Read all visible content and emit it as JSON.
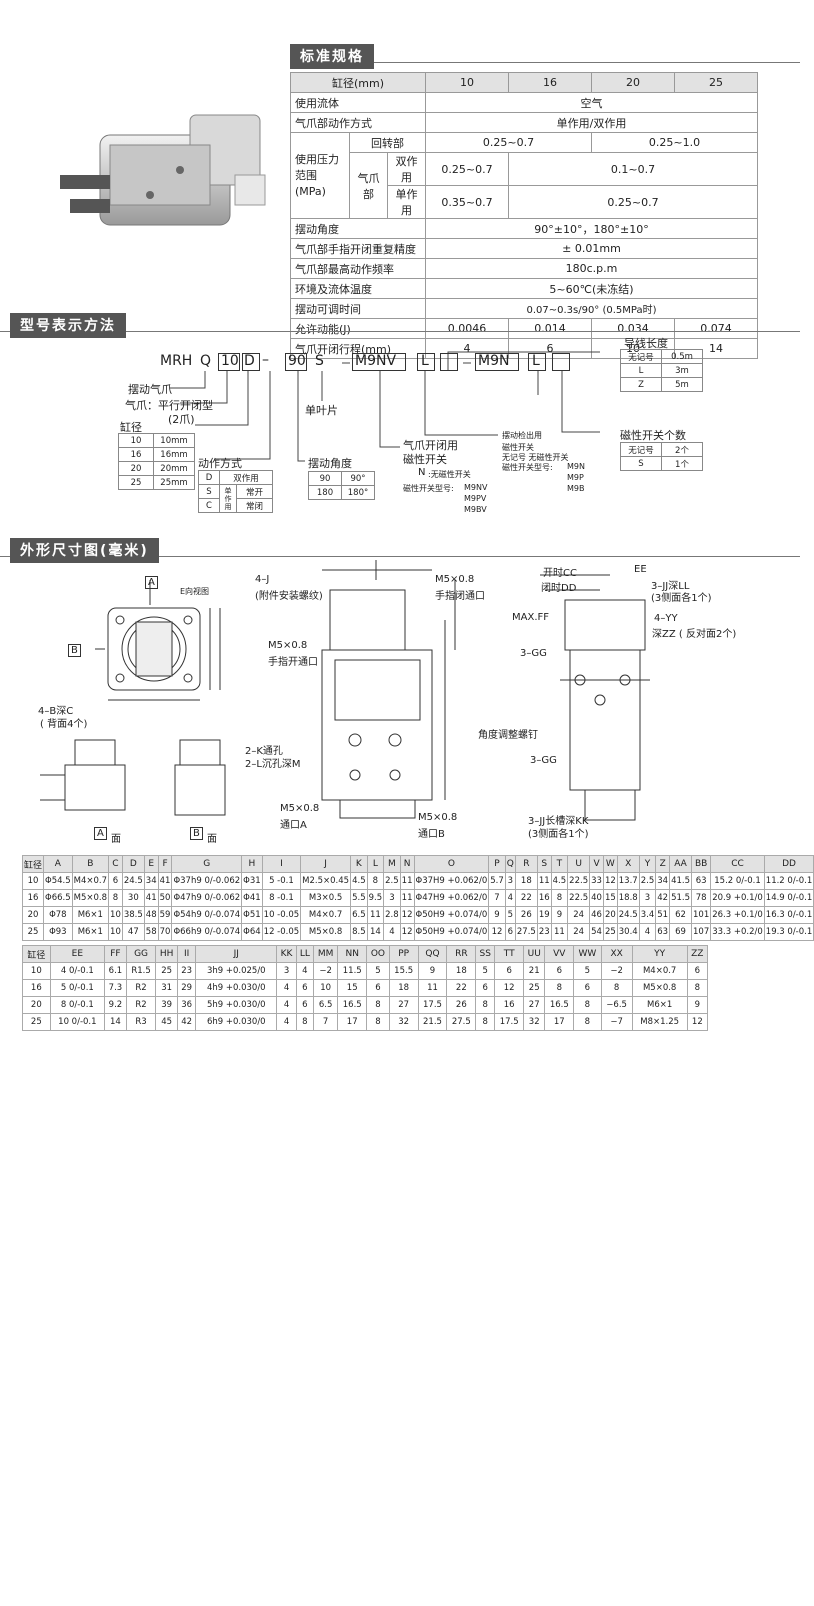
{
  "sections": {
    "spec": "标准规格",
    "model": "型号表示方法",
    "dims": "外形尺寸图(毫米)"
  },
  "spec": {
    "bore_label": "缸径(mm)",
    "bores": [
      "10",
      "16",
      "20",
      "25"
    ],
    "fluid_label": "使用流体",
    "fluid": "空气",
    "action_label": "气爪部动作方式",
    "action": "单作用/双作用",
    "pressure_label": "使用压力范围(MPa)",
    "rotary_label": "回转部",
    "rotary_a": "0.25~0.7",
    "rotary_b": "0.25~1.0",
    "gripper_label": "气爪部",
    "double_label": "双作用",
    "double_a": "0.25~0.7",
    "double_b": "0.1~0.7",
    "single_label": "单作用",
    "single_a": "0.35~0.7",
    "single_b": "0.25~0.7",
    "swing_label": "摆动角度",
    "swing": "90°±10°，180°±10°",
    "repeat_label": "气爪部手指开闭重复精度",
    "repeat": "± 0.01mm",
    "freq_label": "气爪部最高动作频率",
    "freq": "180c.p.m",
    "temp_label": "环境及流体温度",
    "temp": "5~60℃(未冻结)",
    "time_label": "摆动可调时间",
    "time": "0.07~0.3s/90° (0.5MPa时)",
    "energy_label": "允许动能(J)",
    "energy": [
      "0.0046",
      "0.014",
      "0.034",
      "0.074"
    ],
    "stroke_label": "气爪开闭行程(mm)",
    "stroke": [
      "4",
      "6",
      "10",
      "14"
    ]
  },
  "model": {
    "codes": [
      "MRH",
      "Q",
      "10",
      "D",
      "90",
      "S",
      "M9NV",
      "L",
      "M9N",
      "L"
    ],
    "swing_gripper": "摆动气爪",
    "gripper_type": "气爪：平行开闭型",
    "gripper_type2": "(2爪)",
    "bore_title": "缸径",
    "bore_rows": [
      [
        "10",
        "10mm"
      ],
      [
        "16",
        "16mm"
      ],
      [
        "20",
        "20mm"
      ],
      [
        "25",
        "25mm"
      ]
    ],
    "action_title": "动作方式",
    "action_rows": [
      [
        "D",
        "",
        "双作用"
      ],
      [
        "S",
        "单作用",
        "常开"
      ],
      [
        "C",
        "",
        "常闭"
      ]
    ],
    "swing_title": "摆动角度",
    "swing_rows": [
      [
        "90",
        "90°"
      ],
      [
        "180",
        "180°"
      ]
    ],
    "vane": "单叶片",
    "sw1": "气爪开闭用",
    "sw2": "磁性开关",
    "sw_n": "N",
    "sw_n_text": ":无磁性开关",
    "sw_models_label": "磁性开关型号:",
    "sw_models": [
      "M9NV",
      "M9PV",
      "M9BV"
    ],
    "det_title": "摆动检出用",
    "det_sw": "磁性开关",
    "det_none": "无记号  无磁性开关",
    "det_models_label": "磁性开关型号:",
    "det_models": [
      "M9N",
      "M9P",
      "M9B"
    ],
    "wire_title": "导线长度",
    "wire_rows": [
      [
        "无记号",
        "0.5m"
      ],
      [
        "L",
        "3m"
      ],
      [
        "Z",
        "5m"
      ]
    ],
    "count_title": "磁性开关个数",
    "count_rows": [
      [
        "无记号",
        "2个"
      ],
      [
        "S",
        "1个"
      ]
    ]
  },
  "drawing": {
    "e_view": "E向视图",
    "a_face": "A",
    "b_face": "B",
    "face": "面",
    "j_hole": "4–J",
    "j_note": "(附件安装螺纹)",
    "m5_close": "M5×0.8",
    "close_port": "手指闭通口",
    "m5_open": "M5×0.8",
    "open_port": "手指开通口",
    "b_depth": "4–B深C",
    "b_note": "( 背面4个)",
    "k_hole": "2–K通孔",
    "l_hole": "2–L沉孔深M",
    "port_a1": "M5×0.8",
    "port_a2": "通口A",
    "port_b1": "M5×0.8",
    "port_b2": "通口B",
    "open_cc": "开时CC",
    "close_dd": "闭时DD",
    "ee": "EE",
    "jj_ll": "3–JJ深LL",
    "jj_ll_note": "(3侧面各1个)",
    "maxff": "MAX.FF",
    "yy": "4–YY",
    "yy_note": "深ZZ ( 反对面2个)",
    "gg1": "3–GG",
    "gg2": "3–GG",
    "adj": "角度调整螺钉",
    "jj_kk": "3–JJ长槽深KK",
    "jj_kk_note": "(3侧面各1个)"
  },
  "dim1": {
    "headers": [
      "缸径",
      "A",
      "B",
      "C",
      "D",
      "E",
      "F",
      "G",
      "H",
      "I",
      "J",
      "K",
      "L",
      "M",
      "N",
      "O",
      "P",
      "Q",
      "R",
      "S",
      "T",
      "U",
      "V",
      "W",
      "X",
      "Y",
      "Z",
      "AA",
      "BB",
      "CC",
      "DD"
    ],
    "rows": [
      [
        "10",
        "Φ54.5",
        "M4×0.7",
        "6",
        "24.5",
        "34",
        "41",
        "Φ37h9 0/-0.062",
        "Φ31",
        "5 -0.1",
        "M2.5×0.45",
        "4.5",
        "8",
        "2.5",
        "11",
        "Φ37H9 +0.062/0",
        "5.7",
        "3",
        "18",
        "11",
        "4.5",
        "22.5",
        "33",
        "12",
        "13.7",
        "2.5",
        "34",
        "41.5",
        "63",
        "15.2 0/-0.1",
        "11.2 0/-0.1"
      ],
      [
        "16",
        "Φ66.5",
        "M5×0.8",
        "8",
        "30",
        "41",
        "50",
        "Φ47h9 0/-0.062",
        "Φ41",
        "8 -0.1",
        "M3×0.5",
        "5.5",
        "9.5",
        "3",
        "11",
        "Φ47H9 +0.062/0",
        "7",
        "4",
        "22",
        "16",
        "8",
        "22.5",
        "40",
        "15",
        "18.8",
        "3",
        "42",
        "51.5",
        "78",
        "20.9 +0.1/0",
        "14.9 0/-0.1"
      ],
      [
        "20",
        "Φ78",
        "M6×1",
        "10",
        "38.5",
        "48",
        "59",
        "Φ54h9 0/-0.074",
        "Φ51",
        "10 -0.05",
        "M4×0.7",
        "6.5",
        "11",
        "2.8",
        "12",
        "Φ50H9 +0.074/0",
        "9",
        "5",
        "26",
        "19",
        "9",
        "24",
        "46",
        "20",
        "24.5",
        "3.4",
        "51",
        "62",
        "101",
        "26.3 +0.1/0",
        "16.3 0/-0.1"
      ],
      [
        "25",
        "Φ93",
        "M6×1",
        "10",
        "47",
        "58",
        "70",
        "Φ66h9 0/-0.074",
        "Φ64",
        "12 -0.05",
        "M5×0.8",
        "8.5",
        "14",
        "4",
        "12",
        "Φ50H9 +0.074/0",
        "12",
        "6",
        "27.5",
        "23",
        "11",
        "24",
        "54",
        "25",
        "30.4",
        "4",
        "63",
        "69",
        "107",
        "33.3 +0.2/0",
        "19.3 0/-0.1"
      ]
    ]
  },
  "dim2": {
    "headers": [
      "缸径",
      "EE",
      "FF",
      "GG",
      "HH",
      "II",
      "JJ",
      "KK",
      "LL",
      "MM",
      "NN",
      "OO",
      "PP",
      "QQ",
      "RR",
      "SS",
      "TT",
      "UU",
      "VV",
      "WW",
      "XX",
      "YY",
      "ZZ"
    ],
    "rows": [
      [
        "10",
        "4 0/-0.1",
        "6.1",
        "R1.5",
        "25",
        "23",
        "3h9 +0.025/0",
        "3",
        "4",
        "−2",
        "11.5",
        "5",
        "15.5",
        "9",
        "18",
        "5",
        "6",
        "21",
        "6",
        "5",
        "−2",
        "M4×0.7",
        "6"
      ],
      [
        "16",
        "5 0/-0.1",
        "7.3",
        "R2",
        "31",
        "29",
        "4h9 +0.030/0",
        "4",
        "6",
        "10",
        "15",
        "6",
        "18",
        "11",
        "22",
        "6",
        "12",
        "25",
        "8",
        "6",
        "8",
        "M5×0.8",
        "8"
      ],
      [
        "20",
        "8 0/-0.1",
        "9.2",
        "R2",
        "39",
        "36",
        "5h9 +0.030/0",
        "4",
        "6",
        "6.5",
        "16.5",
        "8",
        "27",
        "17.5",
        "26",
        "8",
        "16",
        "27",
        "16.5",
        "8",
        "−6.5",
        "M6×1",
        "9"
      ],
      [
        "25",
        "10 0/-0.1",
        "14",
        "R3",
        "45",
        "42",
        "6h9 +0.030/0",
        "4",
        "8",
        "7",
        "17",
        "8",
        "32",
        "21.5",
        "27.5",
        "8",
        "17.5",
        "32",
        "17",
        "8",
        "−7",
        "M8×1.25",
        "12"
      ]
    ]
  }
}
